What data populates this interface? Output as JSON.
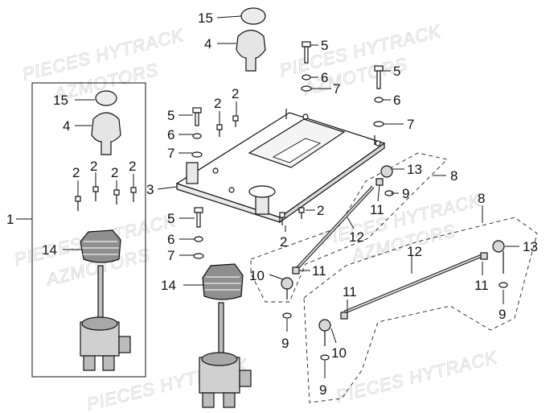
{
  "watermark": {
    "line1": "PIECES HYTRACK",
    "line2": "AZMOTORS"
  },
  "callouts": {
    "c1": "1",
    "c2": "2",
    "c3": "3",
    "c4": "4",
    "c5": "5",
    "c6": "6",
    "c7": "7",
    "c8": "8",
    "c9": "9",
    "c10": "10",
    "c11": "11",
    "c12": "12",
    "c13": "13",
    "c14": "14",
    "c15": "15"
  },
  "colors": {
    "line": "#111111",
    "background": "#ffffff",
    "part_fill": "#e9e9e9",
    "watermark": "#d4d4d4"
  }
}
